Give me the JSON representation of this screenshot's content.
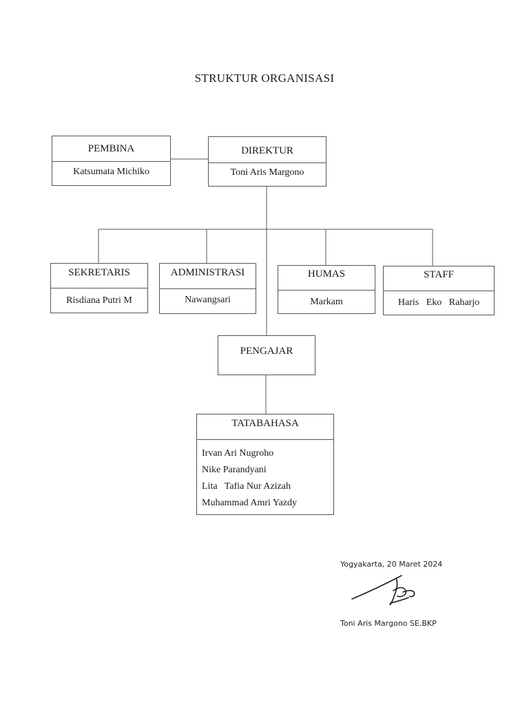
{
  "title": "STRUKTUR ORGANISASI",
  "nodes": {
    "pembina": {
      "role": "PEMBINA",
      "name": "Katsumata Michiko"
    },
    "direktur": {
      "role": "DIREKTUR",
      "name": "Toni Aris Margono"
    },
    "sekretaris": {
      "role": "SEKRETARIS",
      "name": "Risdiana Putri M"
    },
    "administrasi": {
      "role": "ADMINISTRASI",
      "name": "Nawangsari"
    },
    "humas": {
      "role": "HUMAS",
      "name": "Markam"
    },
    "staff": {
      "role": "STAFF",
      "name": "Haris   Eko   Raharjo"
    },
    "pengajar": {
      "role": "PENGAJAR"
    },
    "tatabahasa": {
      "role": "TATABAHASA",
      "members": [
        "Irvan Ari Nugroho",
        "Nike Parandyani",
        "Lita   Tafia Nur Azizah",
        "Muhammad Amri Yazdy"
      ]
    }
  },
  "signature_block": {
    "place_date": "Yogyakarta, 20 Maret 2024",
    "name": "Toni Aris Margono SE.BKP"
  }
}
